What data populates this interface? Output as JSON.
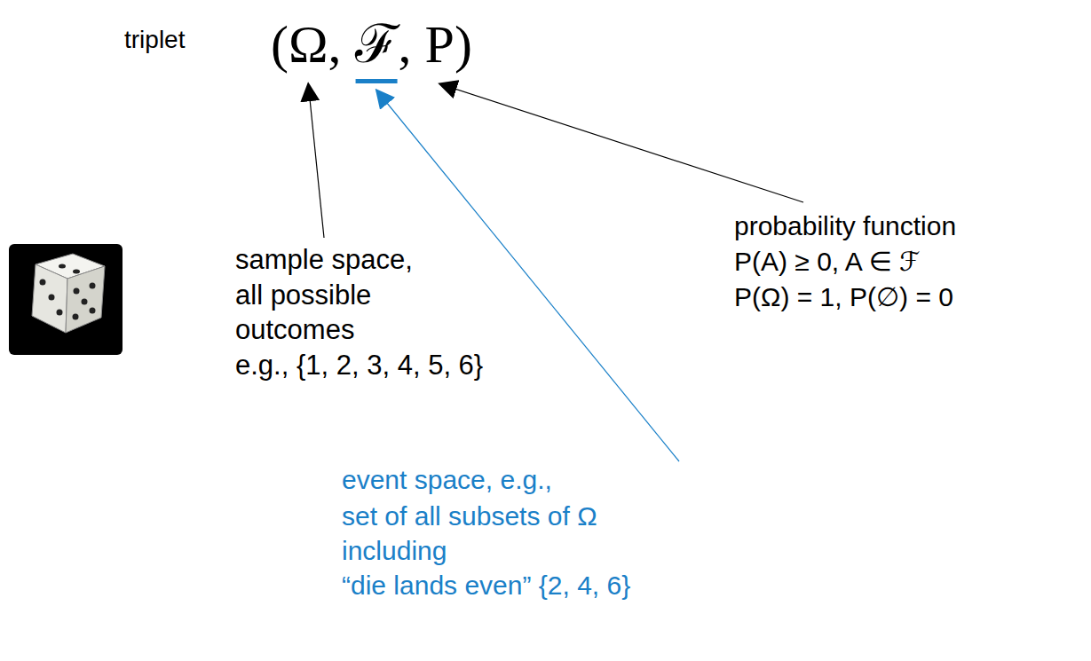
{
  "diagram": {
    "labels": [
      "triplet",
      "(Ω, ℱ, P)",
      "sample space,",
      "all possible",
      "outcomes",
      "e.g., {1, 2, 3, 4, 5, 6}",
      "probability function",
      "P(A) ≥ 0, A ∈ ℱ",
      "P(Ω) = 1, P(∅) = 0",
      "event space, e.g.,",
      "set of all subsets of Ω",
      "including",
      "“die lands even” {2, 4, 6}"
    ]
  }
}
